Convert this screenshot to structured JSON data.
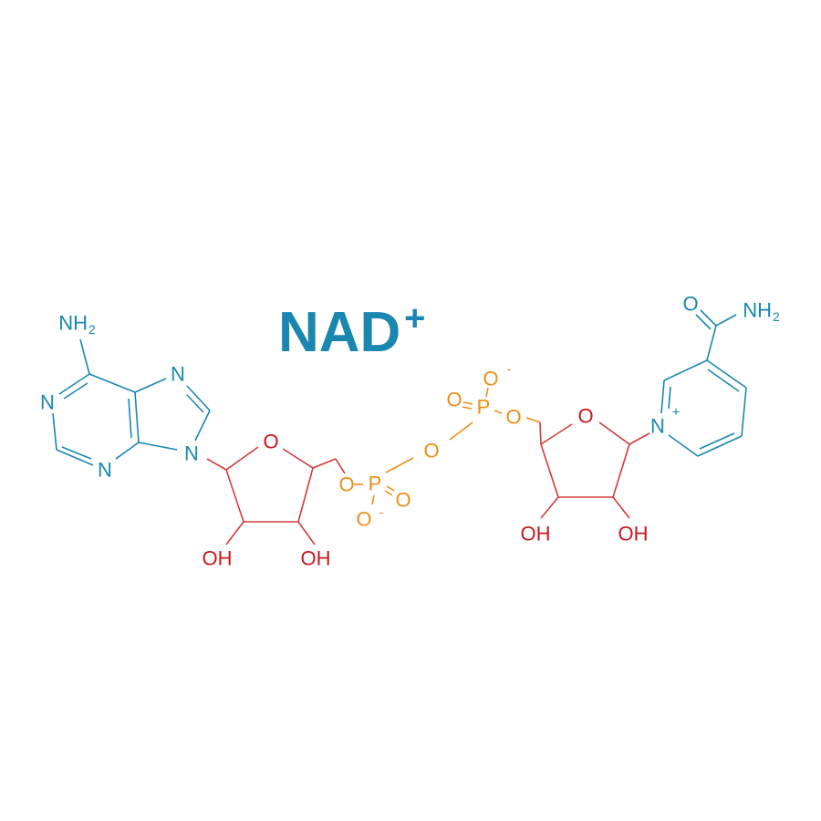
{
  "title": {
    "main": "NAD",
    "charge": "+"
  },
  "colors": {
    "adenine_nicotinamide": "#1a87b0",
    "ribose": "#c8161d",
    "phosphate": "#f08d1a"
  },
  "adenine": {
    "nh2": "NH",
    "nh2_sub": "2",
    "n1": "N",
    "n3": "N",
    "n7": "N",
    "n9": "N"
  },
  "ribose_left": {
    "ring_o": "O",
    "oh_2": "OH",
    "oh_3": "OH"
  },
  "phosphate_left": {
    "o_ester": "O",
    "p": "P",
    "o_double": "O",
    "o_minus": "O",
    "minus": "-"
  },
  "bridge": {
    "o": "O"
  },
  "phosphate_right": {
    "o_double": "O",
    "p": "P",
    "o_minus": "O",
    "minus": "-",
    "o_ester": "O"
  },
  "ribose_right": {
    "ring_o": "O",
    "oh_2": "OH",
    "oh_3": "OH"
  },
  "nicotinamide": {
    "n": "N",
    "charge": "+",
    "carbonyl_o": "O",
    "nh2": "NH",
    "nh2_sub": "2"
  }
}
